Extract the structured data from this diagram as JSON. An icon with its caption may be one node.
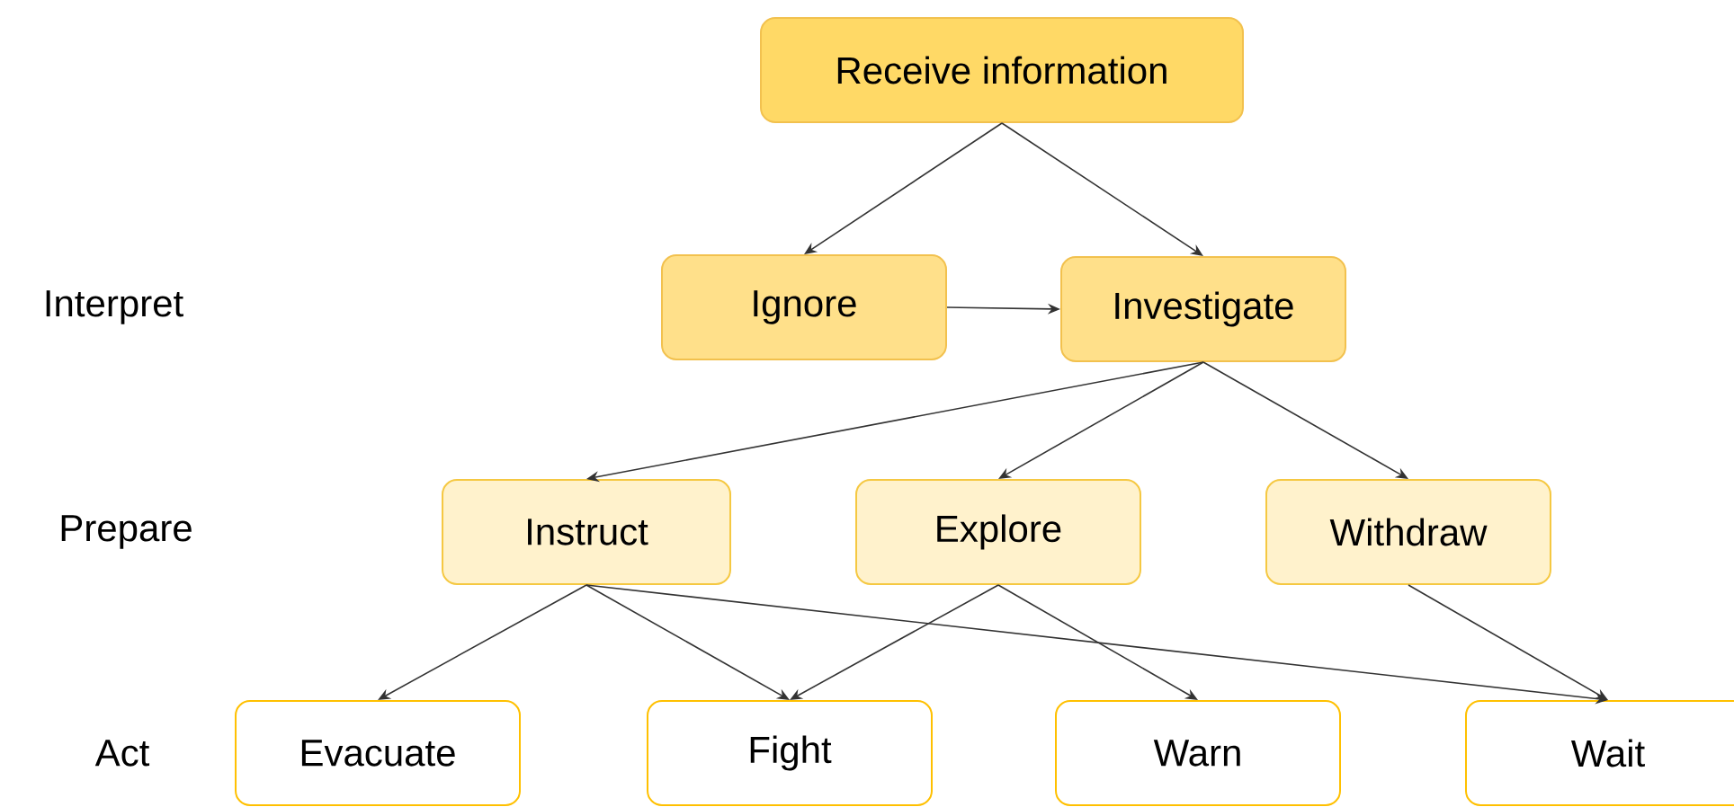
{
  "diagram": {
    "nodes": [
      {
        "text": [
          "Receive information"
        ]
      },
      {
        "text": [
          "Ignore"
        ]
      },
      {
        "text": [
          "Investigate"
        ]
      },
      {
        "text": [
          "Instruct"
        ]
      },
      {
        "text": [
          "Explore"
        ]
      },
      {
        "text": [
          "Withdraw"
        ]
      },
      {
        "text": [
          "Evacuate"
        ]
      },
      {
        "text": [
          "Fight"
        ]
      },
      {
        "text": [
          "Warn"
        ]
      },
      {
        "text": [
          "Wait"
        ]
      }
    ],
    "edges": [
      {
        "from": 0,
        "to": 1,
        "arrow": "to"
      },
      {
        "from": 0,
        "to": 2,
        "arrow": "to"
      },
      {
        "from": 1,
        "to": 2,
        "arrow": "to"
      },
      {
        "from": 2,
        "to": 3,
        "arrow": "to"
      },
      {
        "from": 2,
        "to": 4,
        "arrow": "to"
      },
      {
        "from": 2,
        "to": 5,
        "arrow": "to"
      },
      {
        "from": 3,
        "to": 6,
        "arrow": "to"
      },
      {
        "from": 3,
        "to": 7,
        "arrow": "to"
      },
      {
        "from": 3,
        "to": 9,
        "arrow": "to"
      },
      {
        "from": 4,
        "to": 7,
        "arrow": "to"
      },
      {
        "from": 4,
        "to": 8,
        "arrow": "to"
      },
      {
        "from": 5,
        "to": 9,
        "arrow": "to"
      }
    ],
    "labels": [
      "Interpret",
      "Prepare",
      "Act"
    ]
  }
}
